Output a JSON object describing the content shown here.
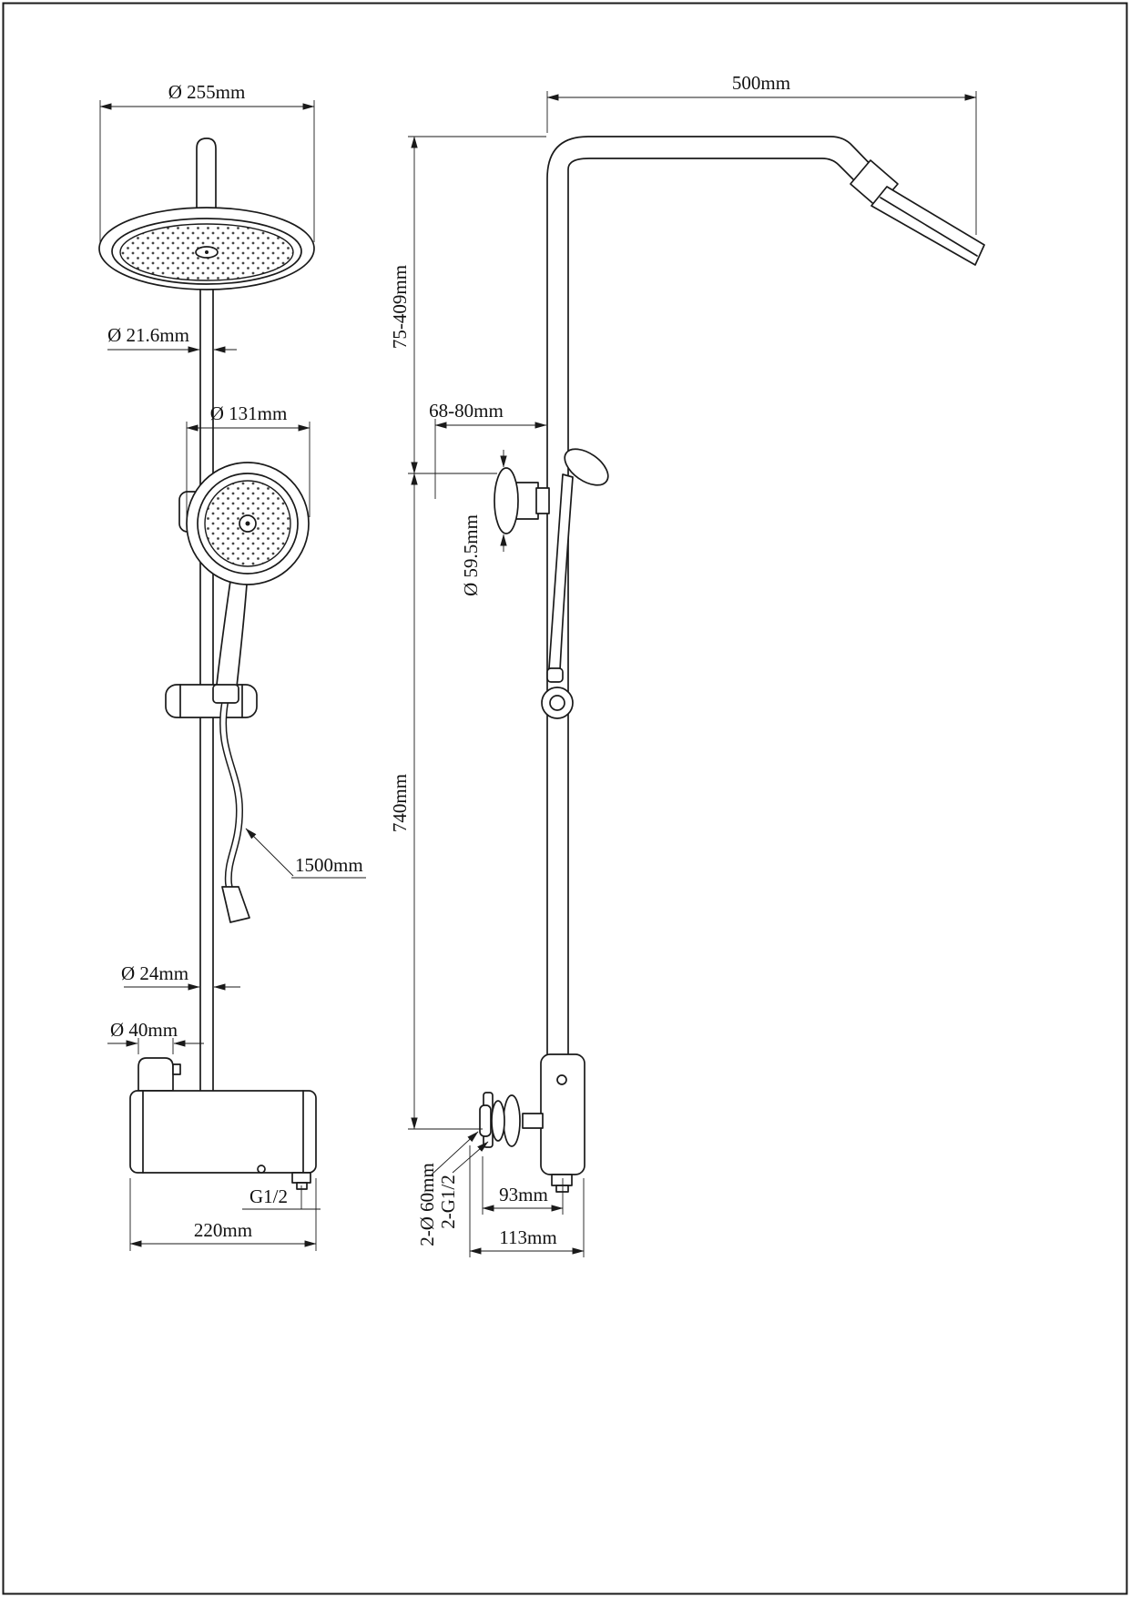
{
  "colors": {
    "line": "#1a1a1a",
    "background": "#ffffff"
  },
  "drawing": {
    "front_view": {
      "head_diameter": "Ø 255mm",
      "riser_diameter": "Ø 21.6mm",
      "handshower_diameter": "Ø 131mm",
      "hose_length": "1500mm",
      "rail_diameter": "Ø 24mm",
      "knob_diameter": "Ø 40mm",
      "outlet_thread": "G1/2",
      "body_width": "220mm"
    },
    "side_view": {
      "arm_reach": "500mm",
      "height_adjust": "75-409mm",
      "wall_offset": "68-80mm",
      "bracket_diameter": "Ø 59.5mm",
      "rail_length": "740mm",
      "escutcheon_diameter": "2-Ø 60mm",
      "inlet_thread": "2-G1/2",
      "valve_center_offset": "93mm",
      "valve_total_depth": "113mm"
    }
  }
}
